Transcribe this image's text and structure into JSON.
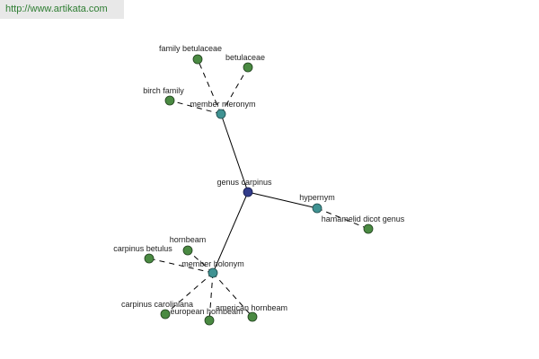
{
  "watermark": "http://www.artikata.com",
  "graph": {
    "center": {
      "label": "genus carpinus",
      "color": "#323c8a"
    },
    "relations": {
      "meronym": {
        "label": "member meronym",
        "color": "#3f9292"
      },
      "hypernym": {
        "label": "hypernym",
        "color": "#3f9292"
      },
      "holonym": {
        "label": "member holonym",
        "color": "#3f9292"
      }
    },
    "leaves": {
      "family_betulaceae": {
        "label": "family betulaceae",
        "color": "#4a8a42"
      },
      "betulaceae": {
        "label": "betulaceae",
        "color": "#4a8a42"
      },
      "birch_family": {
        "label": "birch family",
        "color": "#4a8a42"
      },
      "hamamelid_dicot_genus": {
        "label": "hamamelid dicot genus",
        "color": "#4a8a42"
      },
      "hornbeam": {
        "label": "hornbeam",
        "color": "#4a8a42"
      },
      "carpinus_betulus": {
        "label": "carpinus betulus",
        "color": "#4a8a42"
      },
      "carpinus_caroliniana": {
        "label": "carpinus caroliniana",
        "color": "#4a8a42"
      },
      "european_hornbeam": {
        "label": "european hornbeam",
        "color": "#4a8a42"
      },
      "american_hornbeam": {
        "label": "american hornbeam",
        "color": "#4a8a42"
      }
    }
  }
}
